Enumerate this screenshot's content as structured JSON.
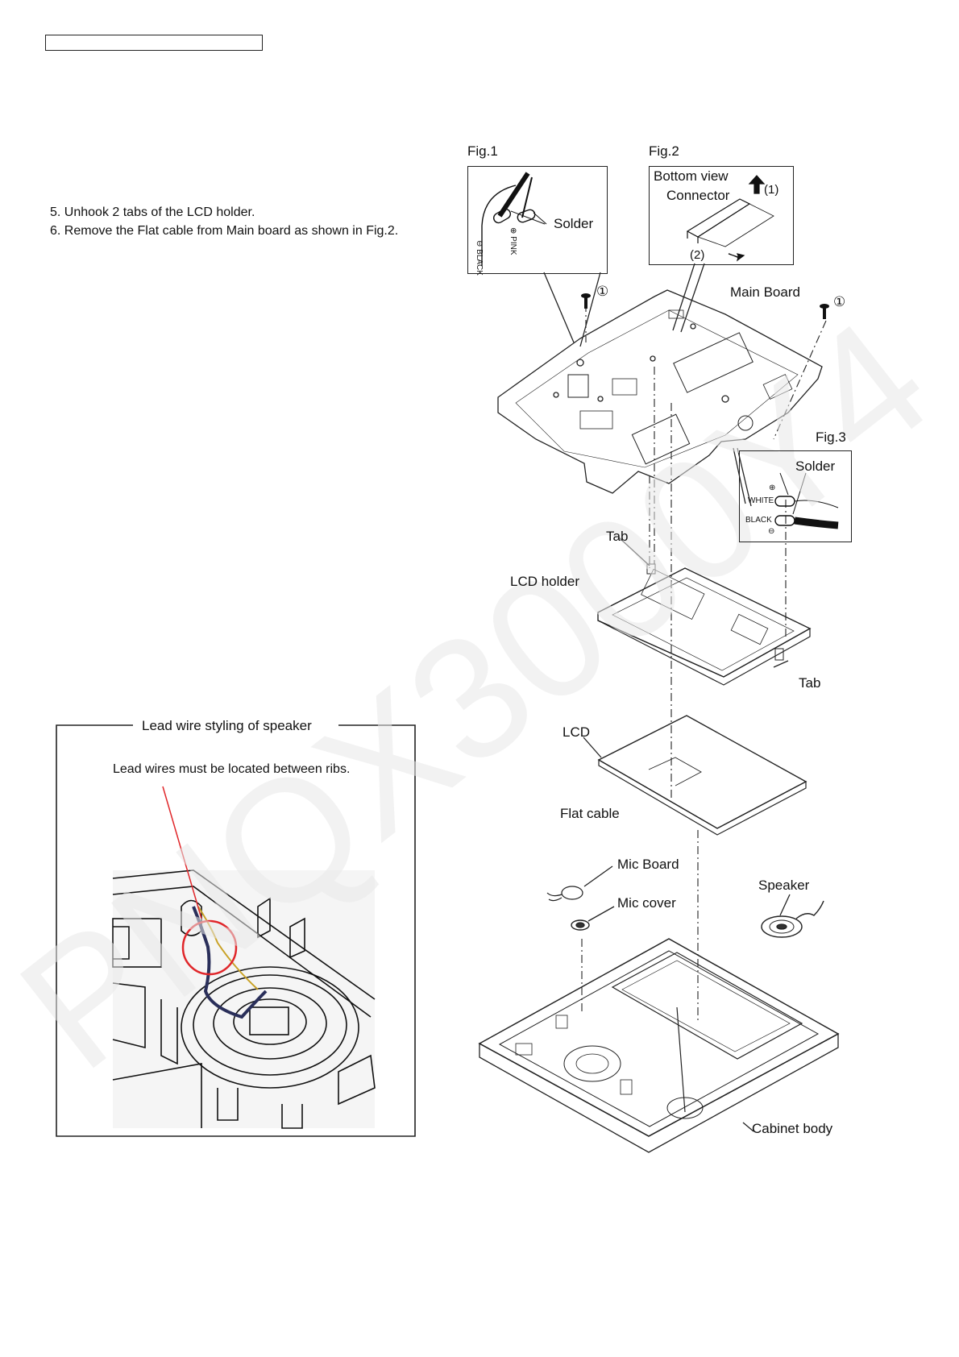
{
  "steps": [
    "5. Unhook 2 tabs of the LCD holder.",
    "6. Remove the Flat cable from Main board as shown in Fig.2."
  ],
  "figures": {
    "fig1": {
      "title": "Fig.1",
      "solder": "Solder",
      "minus_wire": "⊖ BLACK",
      "plus_wire": "⊕ PINK"
    },
    "fig2": {
      "title": "Fig.2",
      "view": "Bottom view",
      "connector": "Connector",
      "step1": "(1)",
      "step2": "(2)"
    },
    "fig3": {
      "title": "Fig.3",
      "solder": "Solder",
      "plus_wire": "WHITE",
      "minus_wire": "BLACK",
      "plus_sign": "⊕",
      "minus_sign": "⊖"
    }
  },
  "parts": {
    "screw_left": "①",
    "screw_right": "①",
    "main_board": "Main Board",
    "tab_top": "Tab",
    "lcd_holder": "LCD holder",
    "tab_bottom": "Tab",
    "lcd": "LCD",
    "flat_cable": "Flat cable",
    "mic_board": "Mic Board",
    "mic_cover": "Mic cover",
    "speaker": "Speaker",
    "cabinet_body": "Cabinet body"
  },
  "inset": {
    "title": "Lead wire styling of speaker",
    "note": "Lead wires must be located between ribs."
  },
  "watermark": "PNQX3000Y4",
  "colors": {
    "line": "#222222",
    "highlight": "#e0262a",
    "watermark": "#e6e6e6"
  }
}
